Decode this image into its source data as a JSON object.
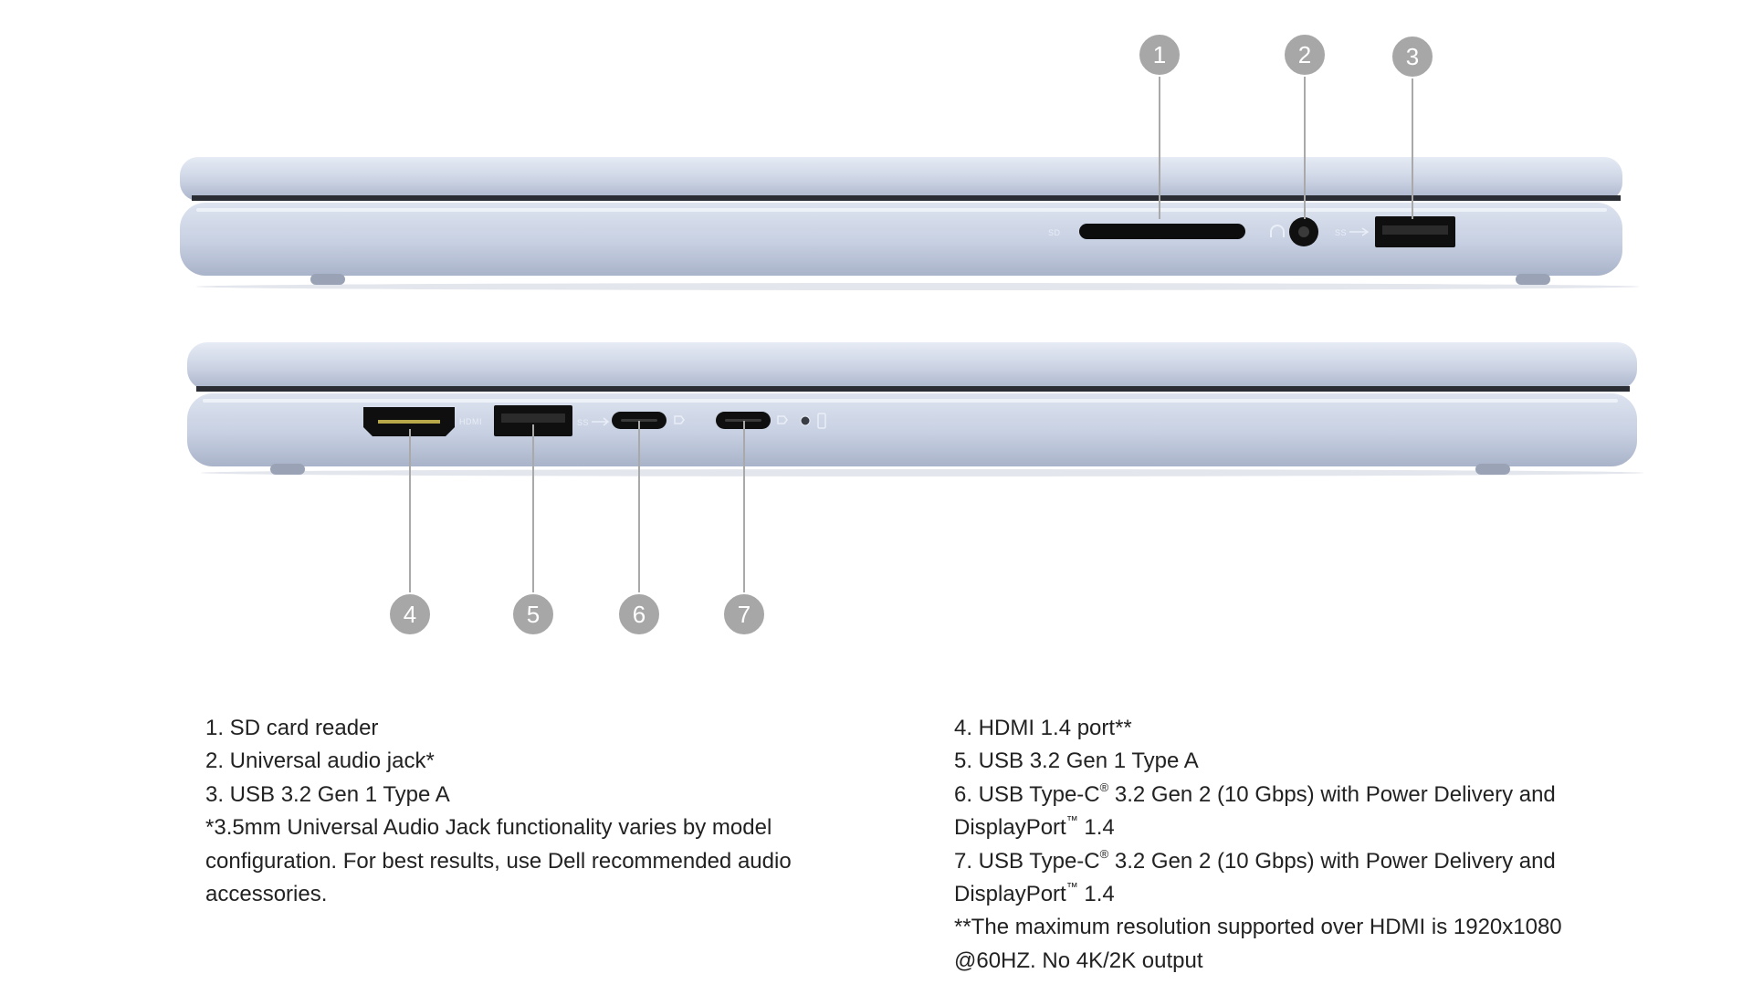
{
  "callouts": {
    "c1": "1",
    "c2": "2",
    "c3": "3",
    "c4": "4",
    "c5": "5",
    "c6": "6",
    "c7": "7"
  },
  "port_labels": {
    "sd": "SD",
    "usb_ss": "SS",
    "hdmi": "HDMI"
  },
  "left_legend": {
    "item1": "1. SD card reader",
    "item2": "2. Universal audio jack*",
    "item3": "3. USB 3.2 Gen 1 Type A",
    "footnote": "*3.5mm Universal Audio Jack functionality varies by model configuration. For best results, use Dell recommended audio accessories."
  },
  "right_legend": {
    "item4": "4. HDMI 1.4 port**",
    "item5": "5. USB 3.2 Gen 1 Type A",
    "item6_a": "6. USB Type-C",
    "item6_b": " 3.2 Gen 2 (10 Gbps) with Power Delivery and DisplayPort",
    "item6_c": " 1.4",
    "item7_a": "7. USB Type-C",
    "item7_b": " 3.2 Gen 2 (10 Gbps) with Power Delivery and DisplayPort",
    "item7_c": " 1.4",
    "registered": "®",
    "trademark": "™",
    "footnote": "**The maximum resolution supported over HDMI is 1920x1080 @60HZ. No 4K/2K output"
  },
  "colors": {
    "callout_circle": "#a7a7a7",
    "leader_line": "#a9a9a9",
    "chassis_light": "#d9e0ee",
    "chassis_mid": "#b7c1d6",
    "port_dark": "#111111"
  }
}
